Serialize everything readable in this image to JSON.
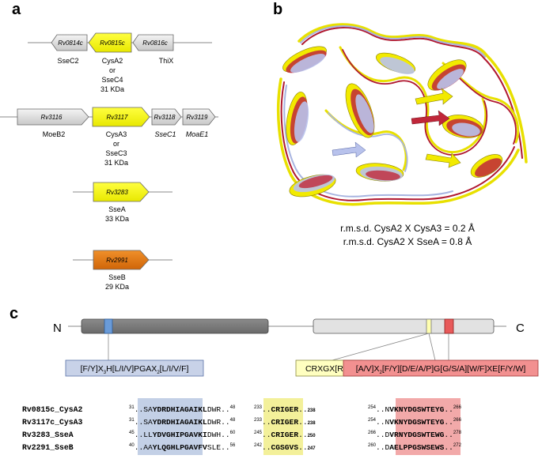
{
  "panel_labels": {
    "a": "a",
    "b": "b",
    "c": "c"
  },
  "panel_a": {
    "row1": {
      "genes": [
        "Rv0814c",
        "Rv0815c",
        "Rv0816c"
      ],
      "labels": [
        "SseC2",
        "CysA2",
        "or",
        "SseC4",
        "31 KDa",
        "ThiX"
      ]
    },
    "row2": {
      "genes": [
        "Rv3116",
        "Rv3117",
        "Rv3118",
        "Rv3119"
      ],
      "labels": [
        "MoeB2",
        "CysA3",
        "or",
        "SseC3",
        "31 KDa",
        "SseC1",
        "MoaE1"
      ]
    },
    "row3": {
      "gene": "Rv3283",
      "labels": [
        "SseA",
        "33 KDa"
      ]
    },
    "row4": {
      "gene": "Rv2991",
      "labels": [
        "SseB",
        "29 KDa"
      ]
    }
  },
  "panel_b": {
    "rmsd_lines": [
      "r.m.s.d. CysA2 X CysA3 = 0.2 Å",
      "r.m.s.d. CysA2 X SseA = 0.8 Å"
    ]
  },
  "panel_c": {
    "n_label": "N",
    "c_label": "C",
    "motif1": {
      "pre": "[F/Y]X",
      "sub1": "3",
      "mid": "H[L/I/V]PGAX",
      "sub2": "2",
      "post": "[L/I/V/F]"
    },
    "motif2": "CRXGX[R/T]",
    "motif3": {
      "pre": "[A/V]X",
      "sub1": "2",
      "post": "[F/Y][D/E/A/P]G[G/S/A][W/F]XE[F/Y/W]"
    },
    "alignment": [
      {
        "name": "Rv0815c_CysA2",
        "s1": "31",
        "a1": "..SA",
        "b1": "YDRDHIAGAIKL",
        "c1": "DWR..",
        "e1": "48",
        "s2": "233",
        "b2": "CRIGER",
        "e2": "238",
        "s3": "254",
        "a3": "..N",
        "b3": "VKNYDGSWTEYG",
        "c3": "..",
        "e3": "266"
      },
      {
        "name": "Rv3117c_CysA3",
        "s1": "31",
        "a1": "..SA",
        "b1": "YDRDHIAGAIKL",
        "c1": "DWR..",
        "e1": "48",
        "s2": "233",
        "b2": "CRIGER",
        "e2": "238",
        "s3": "254",
        "a3": "..N",
        "b3": "VKNYDGSWTEYG",
        "c3": "..",
        "e3": "266"
      },
      {
        "name": "Rv3283_SseA",
        "s1": "45",
        "a1": "..LL",
        "b1": "YDVGHIPGAVKI",
        "c1": "DWH..",
        "e1": "60",
        "s2": "245",
        "b2": "CRIGER",
        "e2": "250",
        "s3": "266",
        "a3": "..D",
        "b3": "VRNYDGSWTEWG",
        "c3": "..",
        "e3": "278"
      },
      {
        "name": "Rv2291_SseB",
        "s1": "40",
        "a1": "..AA",
        "b1": "YLQGHLPGAVFV",
        "c1": "SLE..",
        "e1": "56",
        "s2": "242",
        "b2": "CGSGVS",
        "e2": "247",
        "s3": "260",
        "a3": "..D",
        "b3": "AELPPGSWSEWS",
        "c3": "..",
        "e3": "272"
      }
    ]
  },
  "colors": {
    "yellow_gene": "#ffff00",
    "grey_gene": "#e0e0e0",
    "orange_gene": "#e8780c",
    "blue_box": "#c3cde3",
    "yellow_box": "#ffffc0",
    "red_box": "#f08c8c",
    "dark_domain": "#777777",
    "light_domain": "#e2e2e2"
  }
}
